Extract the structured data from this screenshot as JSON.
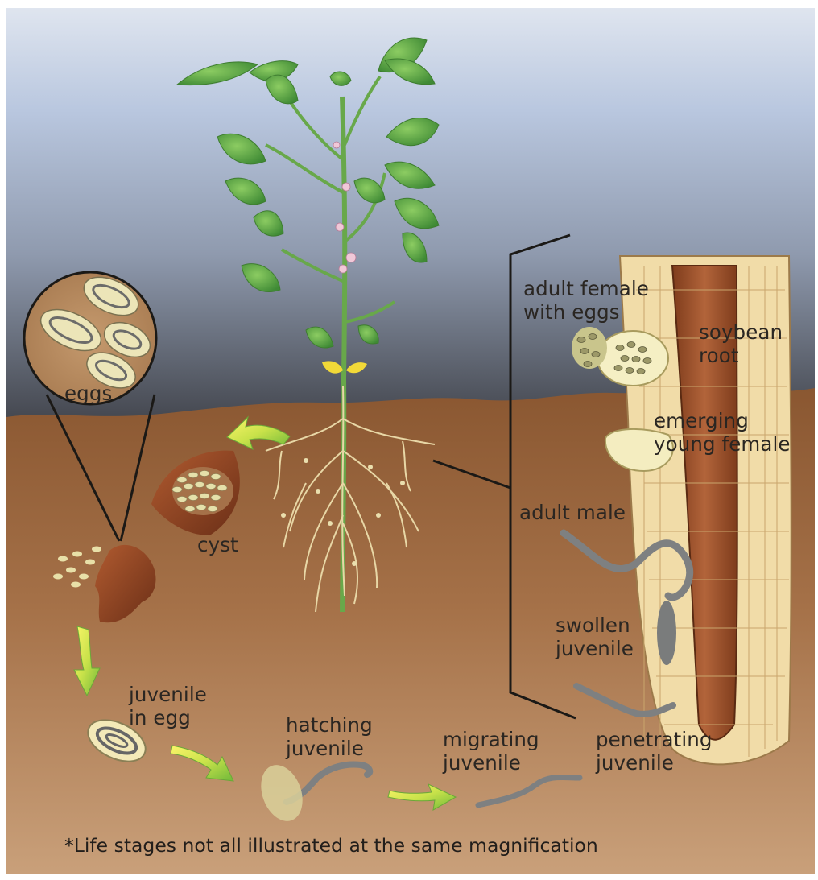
{
  "labels": {
    "eggs": "eggs",
    "cyst": "cyst",
    "adult_female": "adult female\nwith eggs",
    "soybean_root": "soybean\nroot",
    "emerging_young_female": "emerging\nyoung female",
    "adult_male": "adult male",
    "swollen_juvenile": "swollen\njuvenile",
    "juvenile_in_egg": "juvenile\nin egg",
    "hatching_juvenile": "hatching\njuvenile",
    "migrating_juvenile": "migrating\njuvenile",
    "penetrating_juvenile": "penetrating\njuvenile"
  },
  "footnote": "*Life stages not all illustrated at the same magnification",
  "colors": {
    "sky_top": "#b7c6e0",
    "sky_bottom": "#4a4d55",
    "soil_top": "#8c5a33",
    "soil_bottom": "#c79b73",
    "leaf": "#5ea34a",
    "root_tissue": "#eed9a6",
    "vascular": "#9a4f2a",
    "cyst": "#8c4225",
    "nematode": "#7d7f80",
    "arrow_start": "#f2ec3a",
    "arrow_end": "#7ec23d"
  }
}
